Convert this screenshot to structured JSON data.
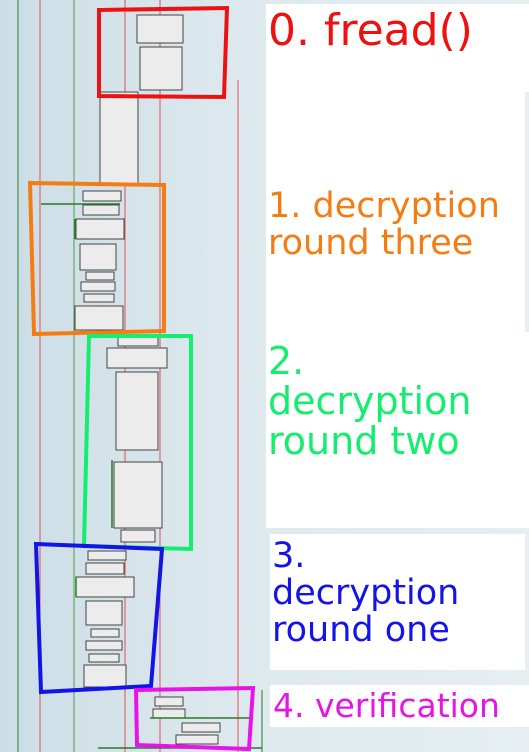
{
  "stages": [
    {
      "label": "0. fread()",
      "color": "#ee1111"
    },
    {
      "label": "1. decryption\nround three",
      "color": "#f47c12"
    },
    {
      "label": "2.\ndecryption\nround two",
      "color": "#14ee6e"
    },
    {
      "label": "3.\ndecryption\nround one",
      "color": "#1414e6"
    },
    {
      "label": "4. verification",
      "color": "#e614e6"
    }
  ],
  "colors": {
    "block_fill": "#ececec",
    "block_border": "#444444",
    "back_edge": "#2a7a2a",
    "edge_red": "#e05050",
    "edge_green": "#4aa04a",
    "panel": "#ffffff"
  }
}
